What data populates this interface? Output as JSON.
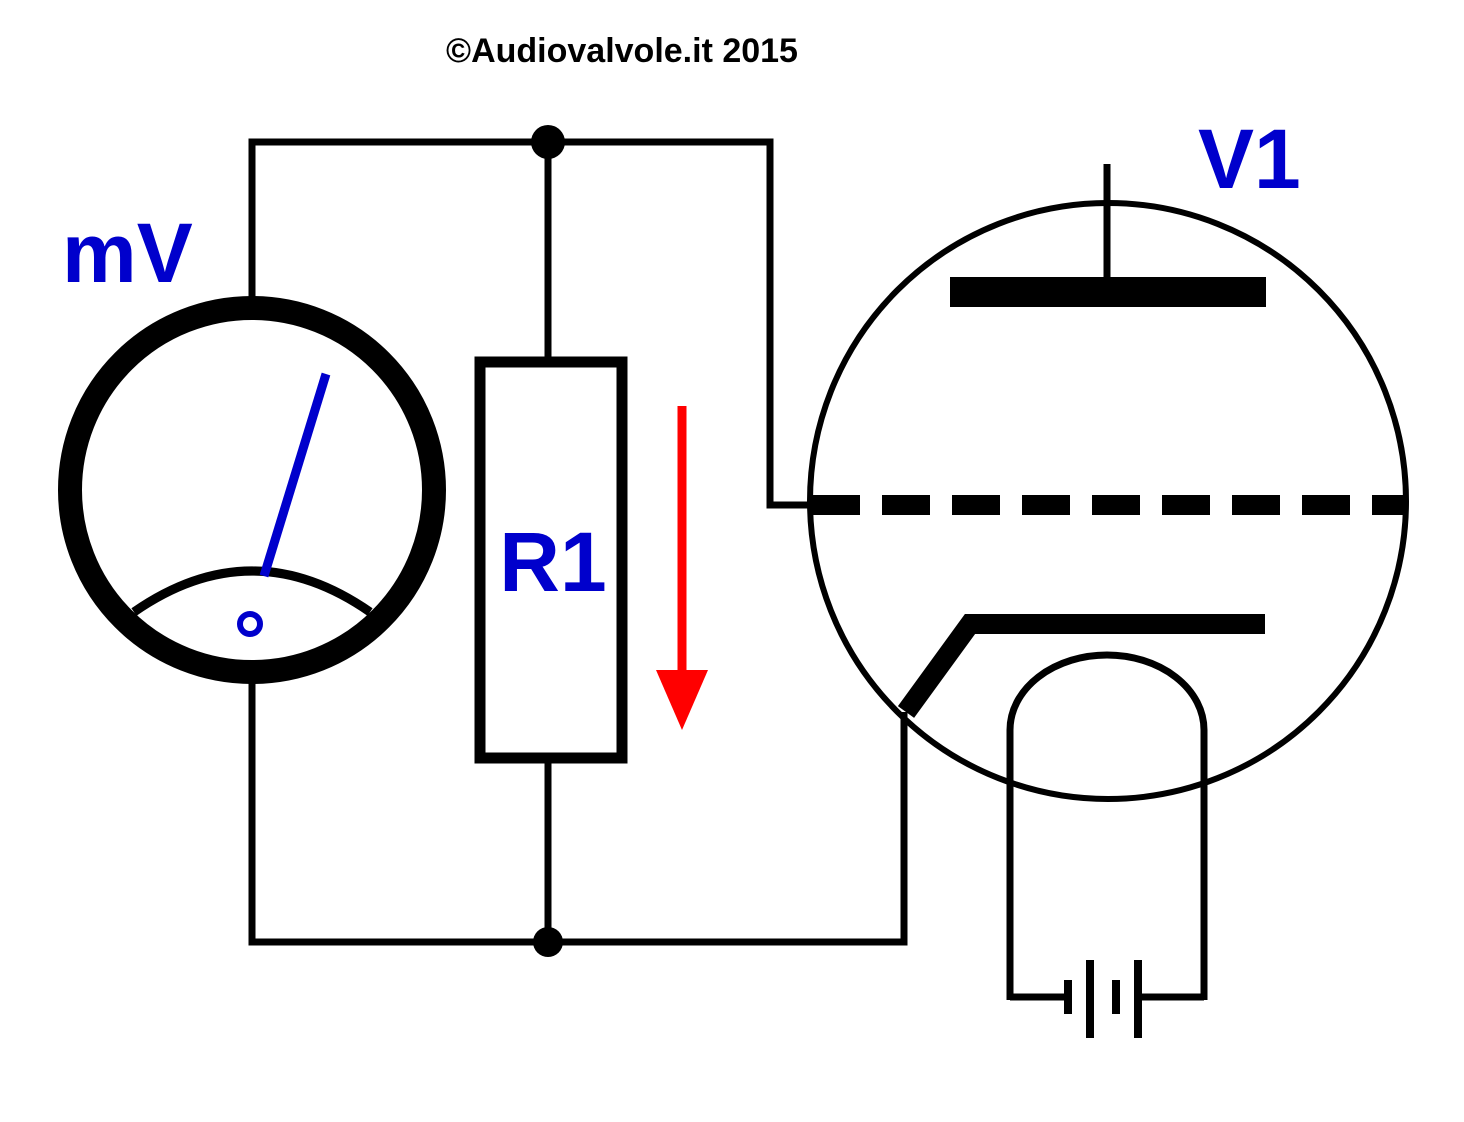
{
  "copyright": "©Audiovalvole.it 2015",
  "labels": {
    "meter": "mV",
    "resistor": "R1",
    "tube": "V1"
  },
  "colors": {
    "wire": "#000000",
    "label": "#0000cc",
    "needle": "#0000cc",
    "current_arrow": "#ff0000",
    "background": "#ffffff"
  },
  "components": {
    "meter": {
      "type": "millivoltmeter",
      "icon": "analog-meter-icon"
    },
    "resistor": {
      "type": "resistor"
    },
    "tube": {
      "type": "triode",
      "electrodes": [
        "anode",
        "grid",
        "cathode",
        "heater"
      ]
    },
    "heater_supply": {
      "type": "battery",
      "icon": "battery-icon"
    },
    "current_direction": "down"
  }
}
